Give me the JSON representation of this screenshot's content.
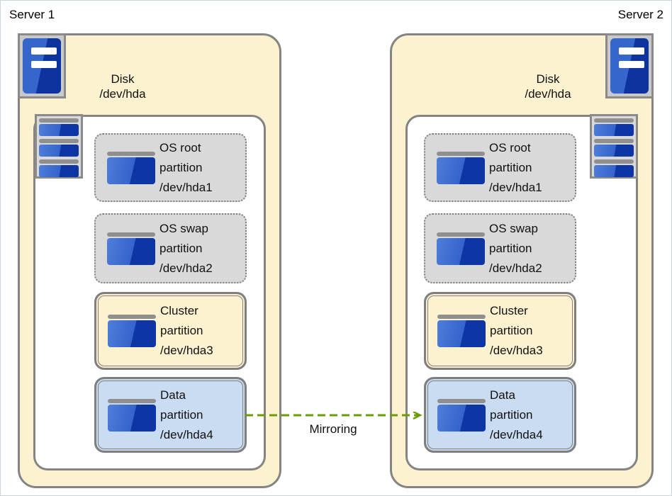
{
  "servers": [
    {
      "label": "Server 1",
      "disk": {
        "line1": "Disk",
        "line2": "/dev/hda"
      },
      "partitions": [
        {
          "lines": [
            "OS root",
            "partition",
            "/dev/hda1"
          ]
        },
        {
          "lines": [
            "OS swap",
            "partition",
            "/dev/hda2"
          ]
        },
        {
          "lines": [
            "Cluster",
            "partition",
            "/dev/hda3"
          ]
        },
        {
          "lines": [
            "Data",
            "partition",
            "/dev/hda4"
          ]
        }
      ]
    },
    {
      "label": "Server 2",
      "disk": {
        "line1": "Disk",
        "line2": "/dev/hda"
      },
      "partitions": [
        {
          "lines": [
            "OS root",
            "partition",
            "/dev/hda1"
          ]
        },
        {
          "lines": [
            "OS swap",
            "partition",
            "/dev/hda2"
          ]
        },
        {
          "lines": [
            "Cluster",
            "partition",
            "/dev/hda3"
          ]
        },
        {
          "lines": [
            "Data",
            "partition",
            "/dev/hda4"
          ]
        }
      ]
    }
  ],
  "arrow": {
    "label": "Mirroring",
    "color": "#6C9D05"
  },
  "colors": {
    "container_fill": "#FDF2D0",
    "os_partition_fill": "#D9D9D9",
    "cluster_partition_fill": "#FDF2D0",
    "data_partition_fill": "#C9DCF1",
    "border_gray": "#7F7F7F",
    "icon_blue_light": "#3463CB",
    "icon_blue_dark": "#0E35A4"
  }
}
